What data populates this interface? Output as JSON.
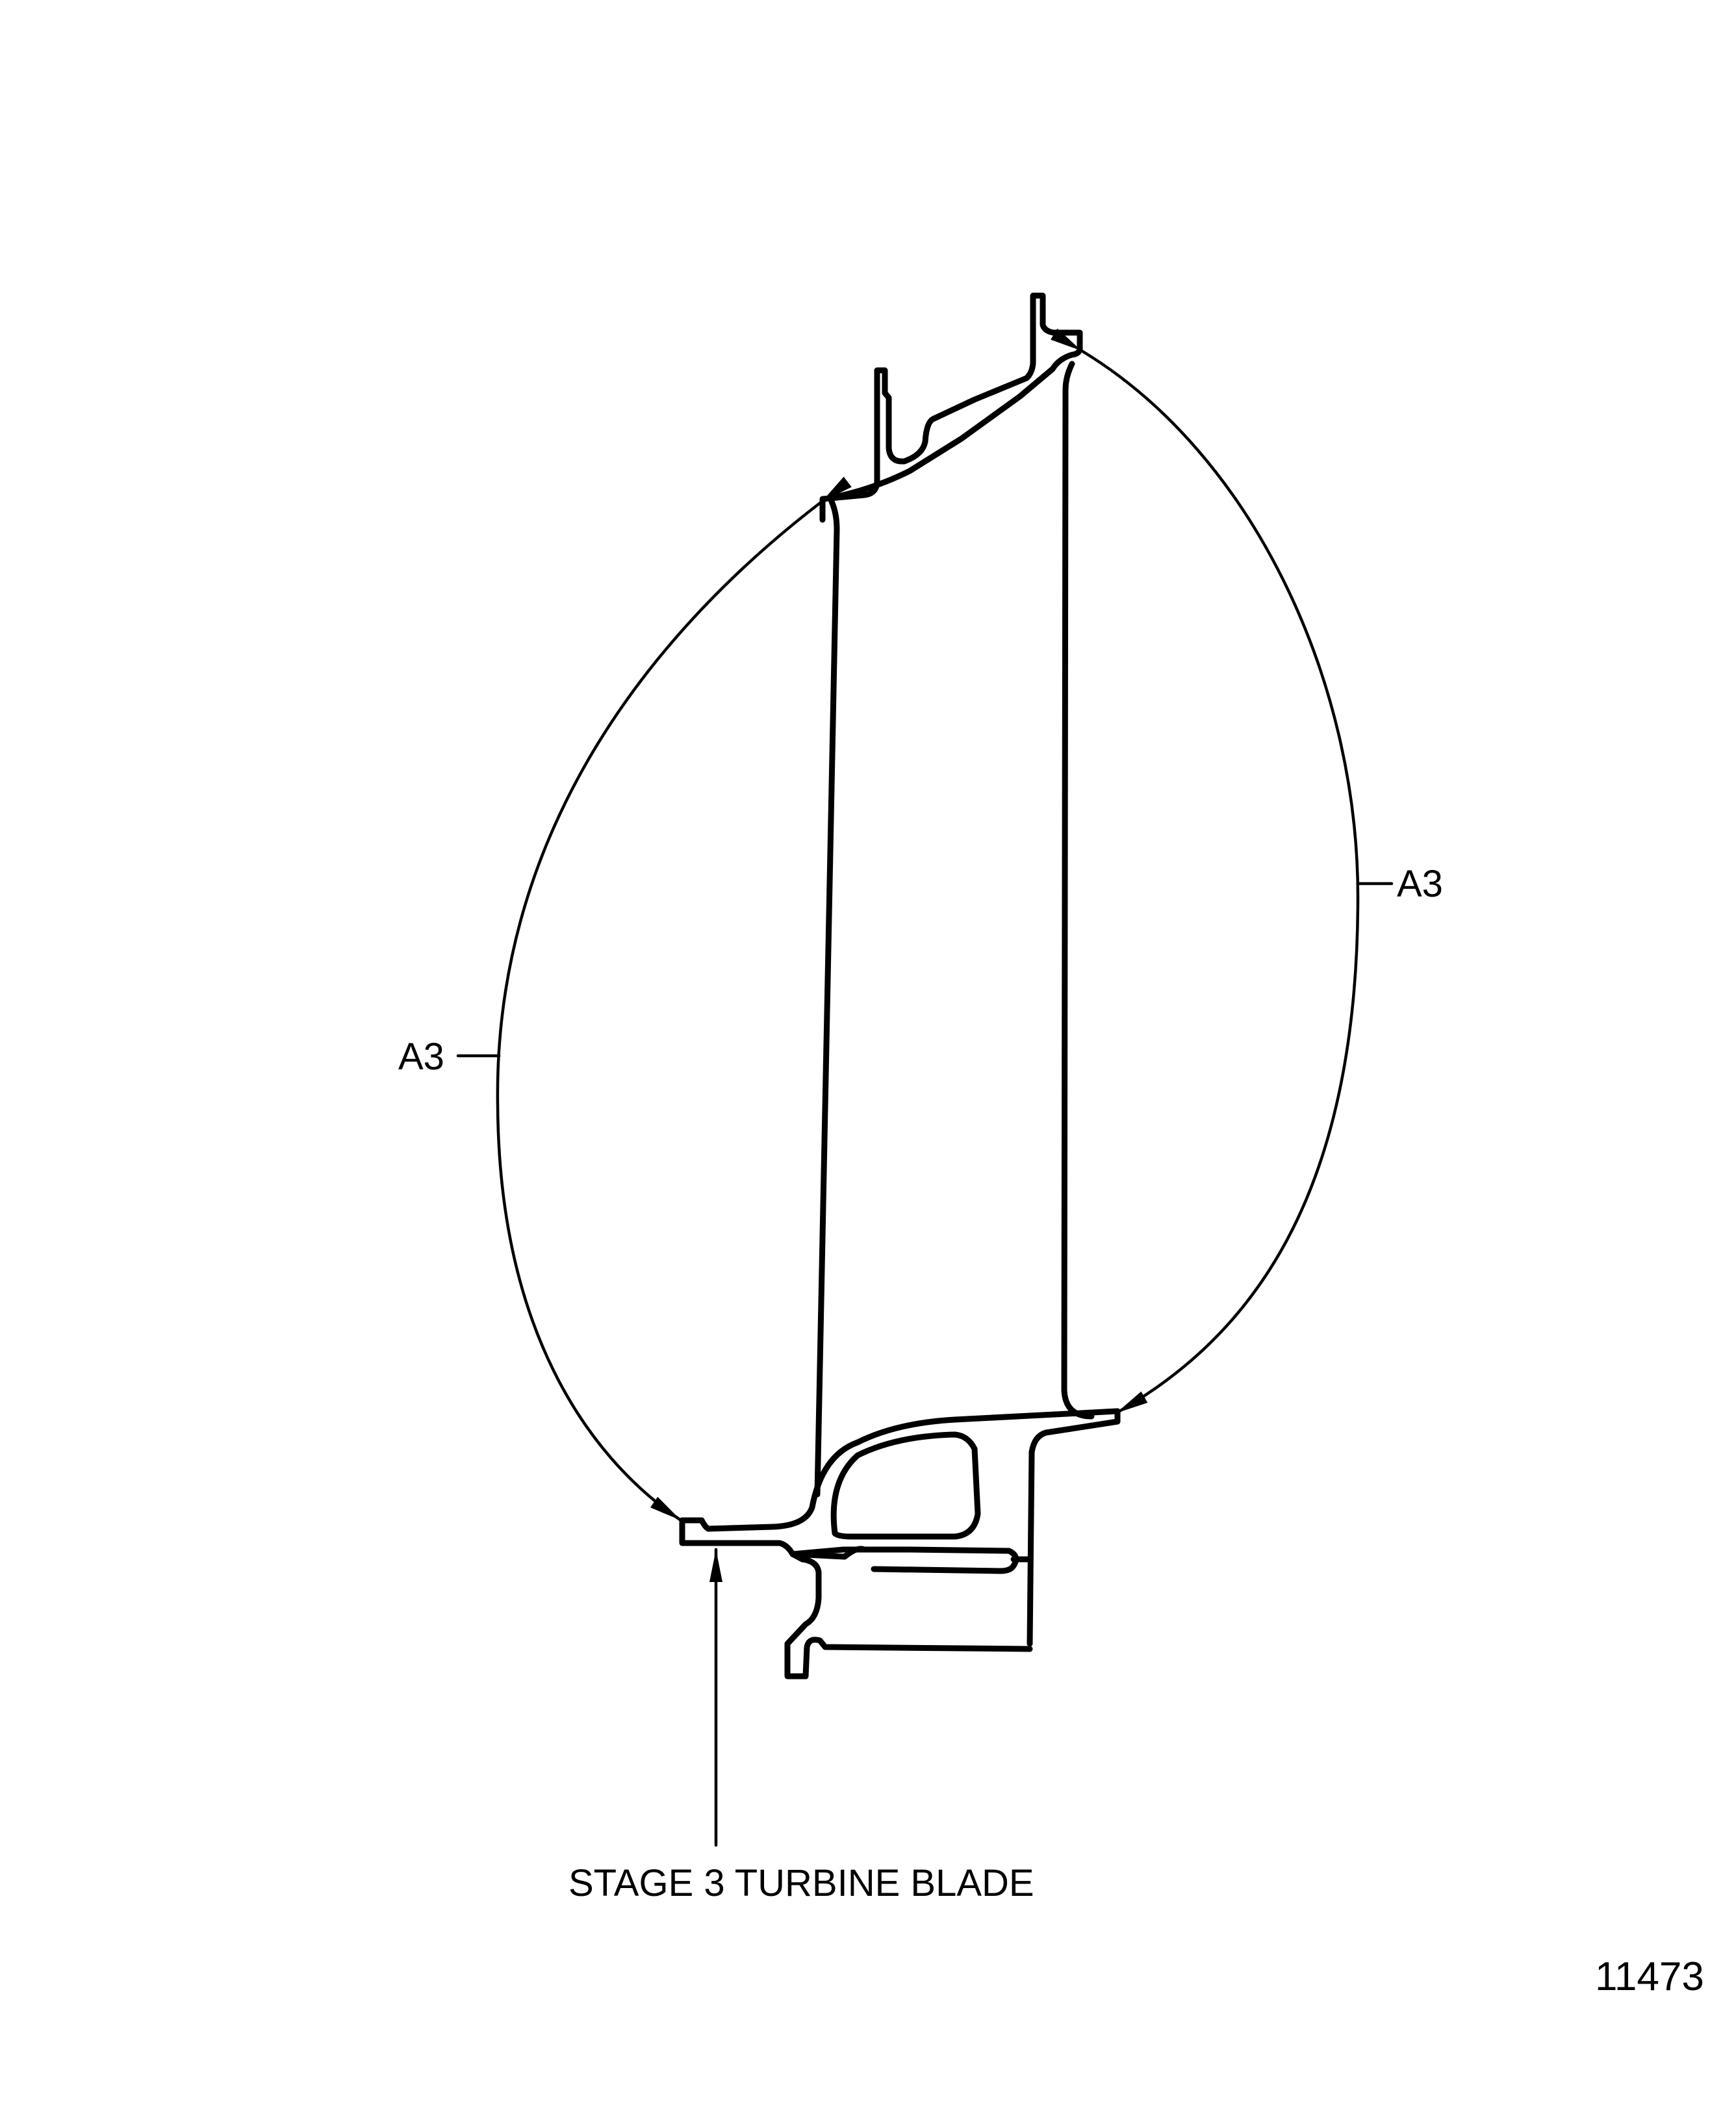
{
  "diagram": {
    "title": "STAGE 3 TURBINE BLADE",
    "figure_number": "11473",
    "labels": {
      "left_arc": "A3",
      "right_arc": "A3"
    },
    "callouts": [
      {
        "label": "A3",
        "target": "leading edge arc (tip platform to root platform)"
      },
      {
        "label": "A3",
        "target": "trailing edge arc (tip shroud to root platform)"
      },
      {
        "label": "STAGE 3 TURBINE BLADE",
        "target": "blade root platform"
      }
    ],
    "colors": {
      "line": "#000000",
      "background": "#ffffff"
    }
  }
}
